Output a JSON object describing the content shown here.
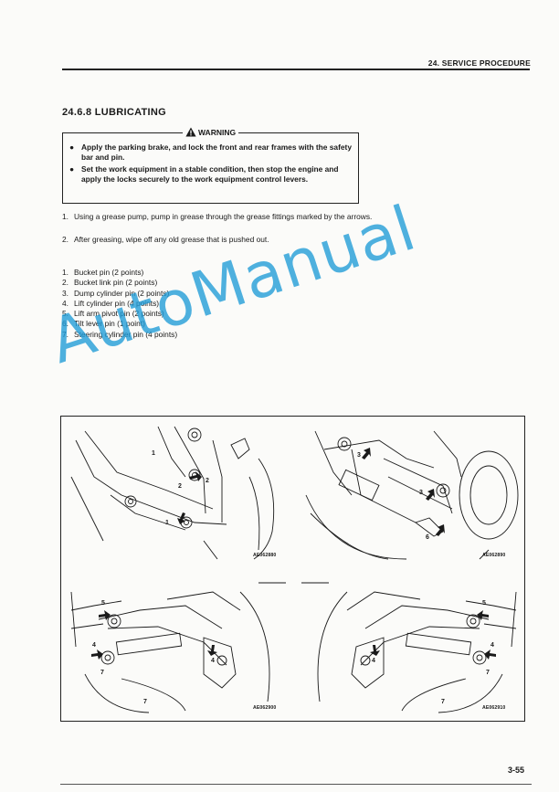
{
  "header": {
    "title": "24. SERVICE PROCEDURE"
  },
  "section": {
    "title": "24.6.8 LUBRICATING"
  },
  "warning": {
    "label": "WARNING",
    "items": [
      "Apply the parking brake, and lock the front and rear frames with the safety bar and pin.",
      "Set the work equipment in a stable condition, then stop the engine and apply the locks securely to the work equipment control levers."
    ]
  },
  "steps": [
    {
      "num": "1.",
      "text": "Using a grease pump, pump in grease through the grease fittings marked by the arrows."
    },
    {
      "num": "2.",
      "text": "After greasing, wipe off any old grease that is pushed out."
    }
  ],
  "points": [
    {
      "num": "1.",
      "text": "Bucket pin (2 points)"
    },
    {
      "num": "2.",
      "text": "Bucket link pin (2 points)"
    },
    {
      "num": "3.",
      "text": "Dump cylinder pin (2 points)"
    },
    {
      "num": "4.",
      "text": "Lift cylinder pin (4 points)"
    },
    {
      "num": "5.",
      "text": "Lift arm pivot pin (2 points)"
    },
    {
      "num": "6.",
      "text": "Tilt lever pin (1 point)"
    },
    {
      "num": "7.",
      "text": "Steering cylinder pin (4 points)"
    }
  ],
  "figures": {
    "panels": [
      {
        "code": "AE062880",
        "callouts": [
          "1",
          "2",
          "2",
          "1"
        ]
      },
      {
        "code": "AE062890",
        "callouts": [
          "3",
          "3",
          "6"
        ]
      },
      {
        "code": "AE062900",
        "callouts": [
          "5",
          "4",
          "7",
          "4",
          "7"
        ]
      },
      {
        "code": "AE062910",
        "callouts": [
          "5",
          "4",
          "4",
          "7",
          "7"
        ]
      }
    ]
  },
  "watermark": {
    "text": "AutoManual",
    "color": "#1e9bd7"
  },
  "footer": {
    "page_number": "3-55"
  },
  "icons": {
    "warning": "warning-triangle-icon",
    "arrow": "grease-arrow-icon"
  }
}
